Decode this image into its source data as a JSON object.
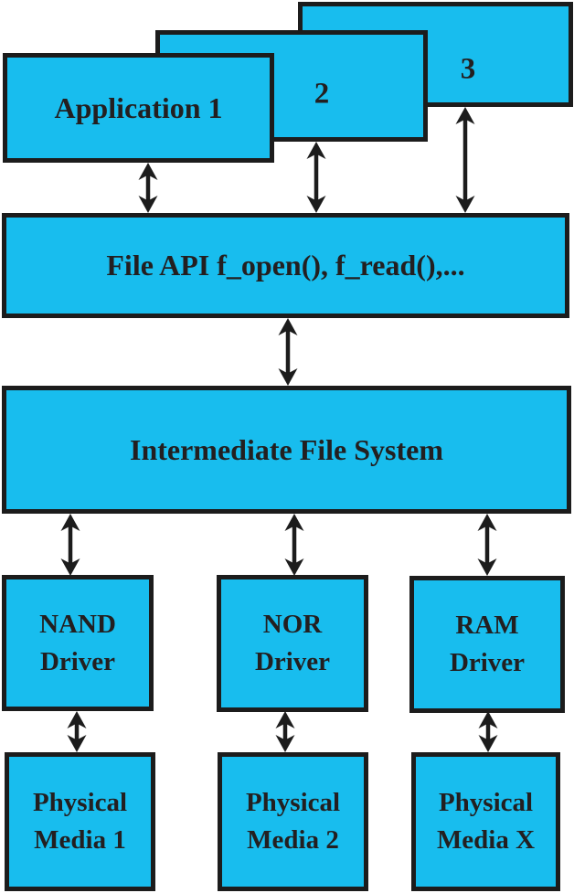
{
  "colors": {
    "fill": "#18bdee",
    "border": "#1c1c1c",
    "text": "#231f20",
    "bg": "#ffffff"
  },
  "applications": {
    "app1_label": "Application 1",
    "app2_label": "2",
    "app3_label": "3"
  },
  "file_api": {
    "label": "File API f_open(), f_read(),..."
  },
  "intermediate_fs": {
    "label": "Intermediate File System"
  },
  "drivers": {
    "nand_label": "NAND\nDriver",
    "nor_label": "NOR\nDriver",
    "ram_label": "RAM\nDriver"
  },
  "media": {
    "pm1_label": "Physical\nMedia 1",
    "pm2_label": "Physical\nMedia 2",
    "pmx_label": "Physical\nMedia X"
  }
}
